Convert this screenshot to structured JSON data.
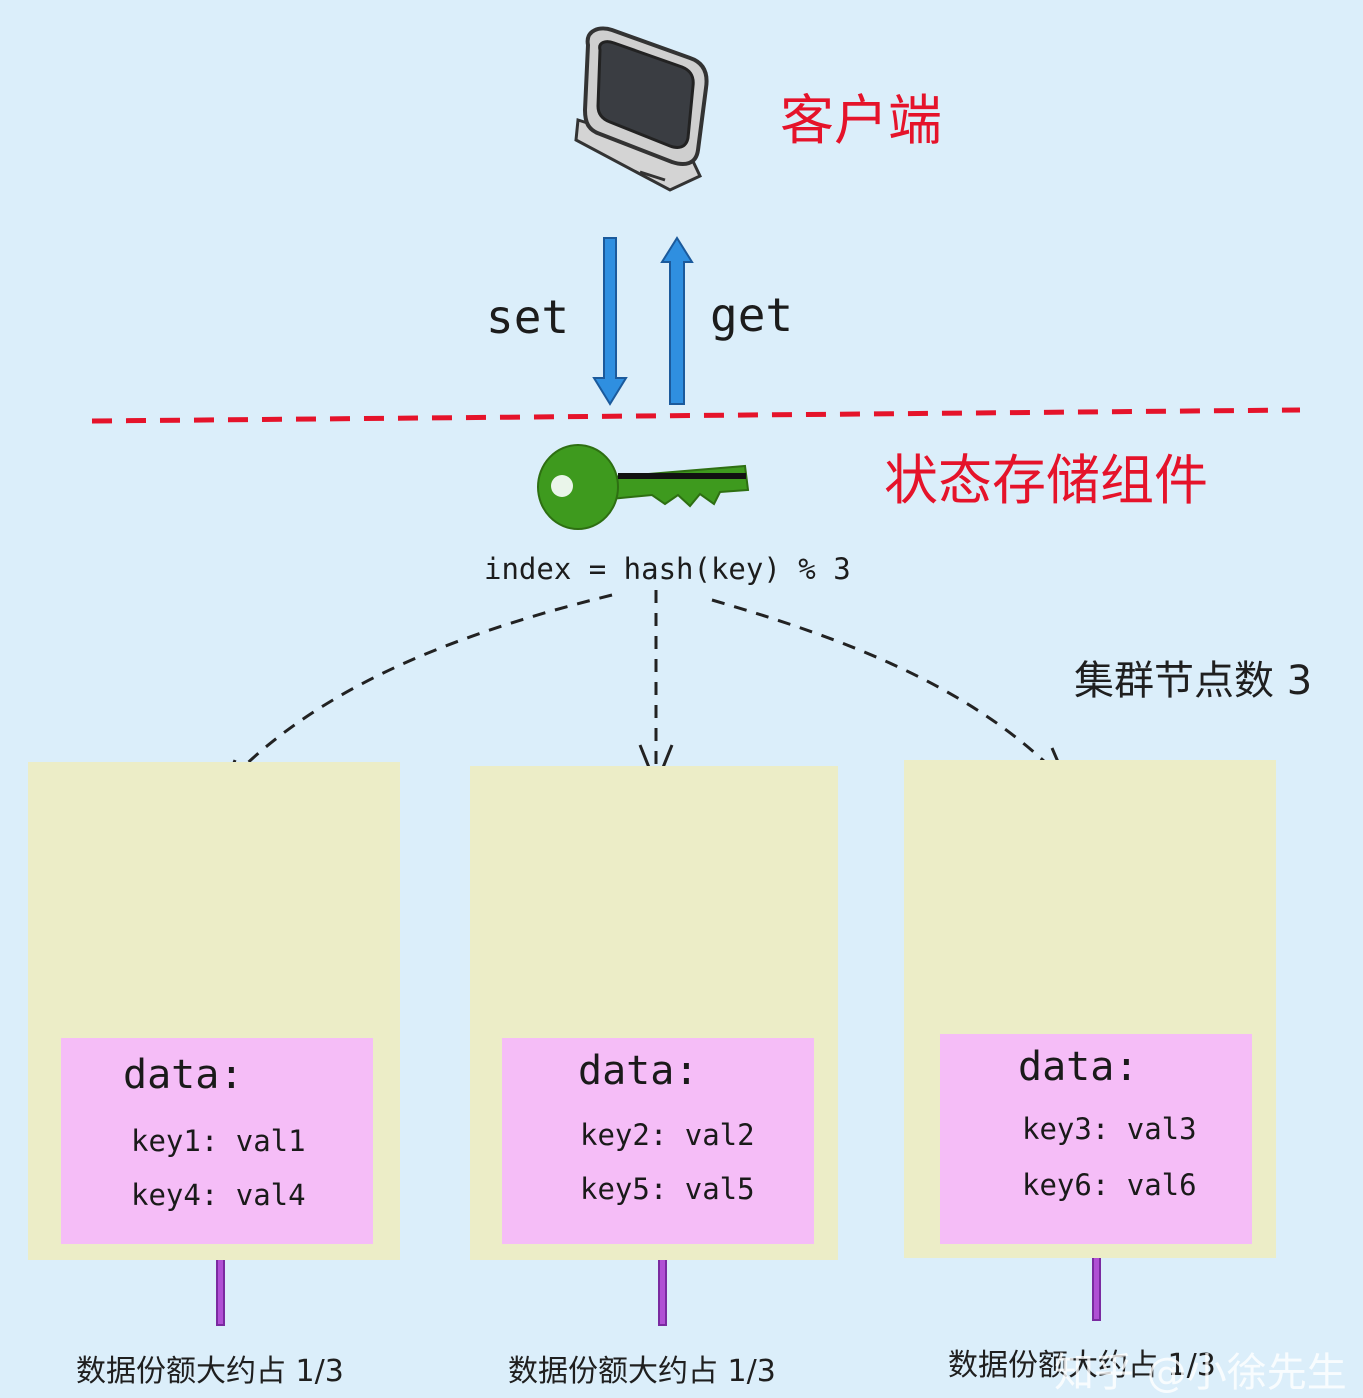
{
  "client": {
    "label": "客户端",
    "icon": "computer-monitor-icon"
  },
  "flow": {
    "set_label": "set",
    "get_label": "get"
  },
  "state_store": {
    "label": "状态存储组件",
    "icon": "key-icon"
  },
  "formula": "index = hash(key) % 3",
  "cluster_label": "集群节点数 3",
  "nodes": [
    {
      "data_title": "data:",
      "rows": [
        "key1: val1",
        "key4: val4"
      ],
      "share": "数据份额大约占 1/3"
    },
    {
      "data_title": "data:",
      "rows": [
        "key2: val2",
        "key5: val5"
      ],
      "share": "数据份额大约占 1/3"
    },
    {
      "data_title": "data:",
      "rows": [
        "key3: val3",
        "key6: val6"
      ],
      "share": "数据份额大约占 1/3"
    }
  ],
  "watermark": "知乎 @小徐先生",
  "colors": {
    "background": "#dbeefa",
    "title_red": "#e5132a",
    "arrow_blue": "#2f8fe0",
    "key_green": "#3e9a1e",
    "node_bg": "#ecedc7",
    "data_bg": "#f5bdf7",
    "share_arrow": "#b04fd4"
  }
}
